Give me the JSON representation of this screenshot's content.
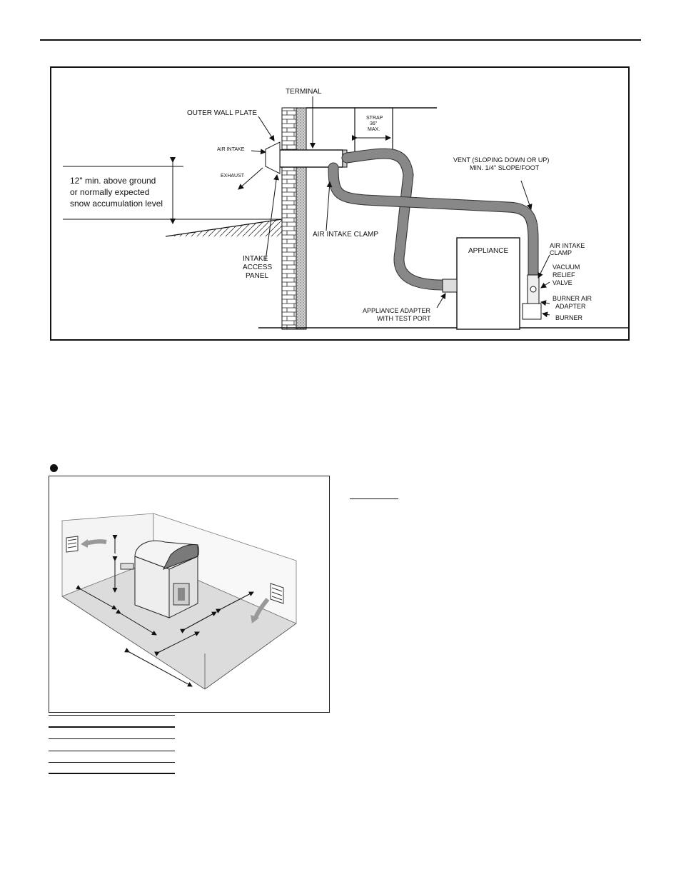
{
  "figure1": {
    "labels": {
      "terminal": "TERMINAL",
      "outer_wall_plate": "OUTER WALL PLATE",
      "strap_line1": "STRAP",
      "strap_line2": "36\"",
      "strap_line3": "MAX.",
      "vent_line1": "VENT (SLOPING DOWN OR UP)",
      "vent_line2": "MIN. 1/4\" SLOPE/FOOT",
      "air_intake": "AIR INTAKE",
      "exhaust": "EXHAUST",
      "clearance_line1": "12\" min. above ground",
      "clearance_line2": "or normally expected",
      "clearance_line3": "snow accumulation level",
      "air_intake_clamp_left": "AIR INTAKE CLAMP",
      "intake_line1": "INTAKE",
      "intake_line2": "ACCESS",
      "intake_line3": "PANEL",
      "appliance": "APPLIANCE",
      "air_intake_clamp_right_line1": "AIR INTAKE",
      "air_intake_clamp_right_line2": "CLAMP",
      "vacuum_line1": "VACUUM",
      "vacuum_line2": "RELIEF",
      "vacuum_line3": "VALVE",
      "burner_air_line1": "BURNER AIR",
      "burner_air_line2": "ADAPTER",
      "adapter_line1": "APPLIANCE ADAPTER",
      "adapter_line2": "WITH TEST PORT",
      "burner": "BURNER"
    }
  }
}
